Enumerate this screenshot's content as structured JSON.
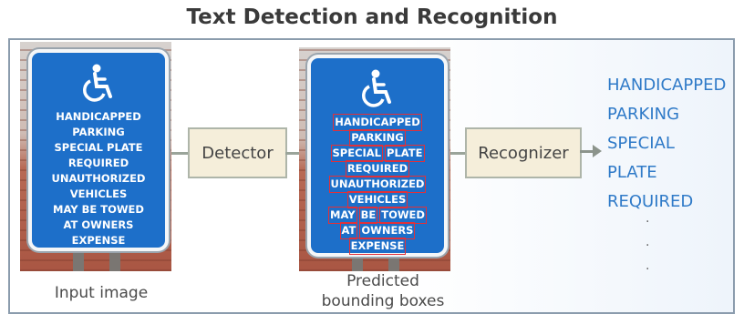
{
  "title": "Text Detection and Recognition",
  "sign_lines": [
    [
      "HANDICAPPED"
    ],
    [
      "PARKING"
    ],
    [
      "SPECIAL",
      "PLATE"
    ],
    [
      "REQUIRED"
    ],
    [
      "UNAUTHORIZED"
    ],
    [
      "VEHICLES"
    ],
    [
      "MAY",
      "BE",
      "TOWED"
    ],
    [
      "AT",
      "OWNERS"
    ],
    [
      "EXPENSE"
    ]
  ],
  "captions": {
    "input": "Input image",
    "predicted_line1": "Predicted",
    "predicted_line2": "bounding boxes"
  },
  "stages": {
    "detector": "Detector",
    "recognizer": "Recognizer"
  },
  "outputs": [
    "HANDICAPPED",
    "PARKING",
    "SPECIAL",
    "PLATE",
    "REQUIRED"
  ],
  "colors": {
    "output_text": "#2f7ac8",
    "bbox": "#e0313a",
    "sign": "#1d6fc9",
    "stage_fill": "#f5eeda"
  },
  "icons": {
    "sign_symbol": "wheelchair-icon",
    "flow_arrow": "arrow-right-icon"
  }
}
